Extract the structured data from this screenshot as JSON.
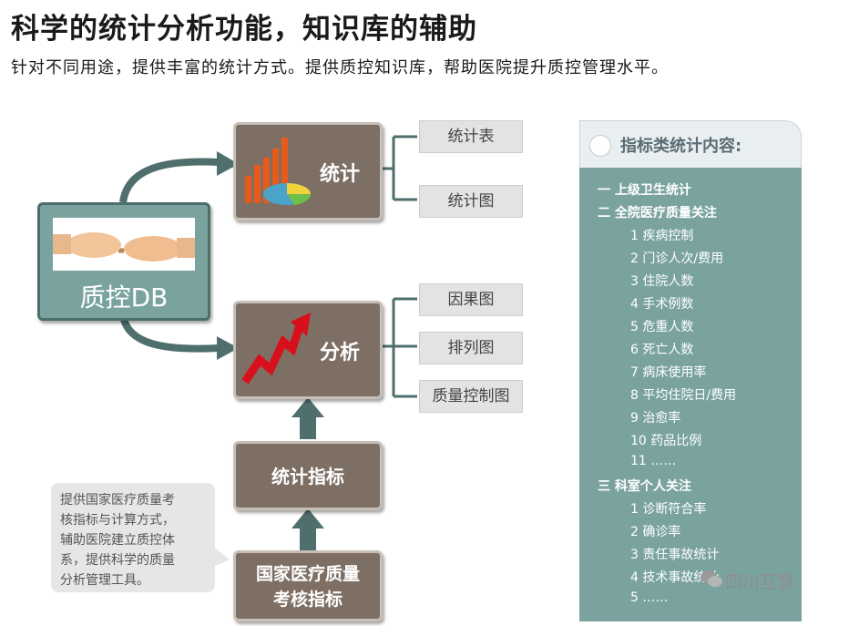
{
  "title": "科学的统计分析功能，知识库的辅助",
  "subtitle": "针对不同用途，提供丰富的统计方式。提供质控知识库，帮助医院提升质控管理水平。",
  "db": {
    "label": "质控DB"
  },
  "stat": {
    "label": "统计",
    "children": [
      "统计表",
      "统计图"
    ]
  },
  "analysis": {
    "label": "分析",
    "children": [
      "因果图",
      "排列图",
      "质量控制图"
    ]
  },
  "indicator": {
    "label": "统计指标"
  },
  "national": {
    "line1": "国家医疗质量",
    "line2": "考核指标"
  },
  "note": {
    "lines": [
      "提供国家医疗质量考",
      "核指标与计算方式，",
      "辅助医院建立质控体",
      "系，提供科学的质量",
      "分析管理工具。"
    ]
  },
  "panel": {
    "title": "指标类统计内容:",
    "items": [
      {
        "text": "一 上级卫生统计",
        "level": 1
      },
      {
        "text": "二 全院医疗质量关注",
        "level": 1
      },
      {
        "text": "1 疾病控制",
        "level": 2
      },
      {
        "text": "2 门诊人次/费用",
        "level": 2
      },
      {
        "text": "3 住院人数",
        "level": 2
      },
      {
        "text": "4 手术例数",
        "level": 2
      },
      {
        "text": "5 危重人数",
        "level": 2
      },
      {
        "text": "6 死亡人数",
        "level": 2
      },
      {
        "text": "7 病床使用率",
        "level": 2
      },
      {
        "text": "8 平均住院日/费用",
        "level": 2
      },
      {
        "text": "9 治愈率",
        "level": 2
      },
      {
        "text": "10 药品比例",
        "level": 2
      },
      {
        "text": "11 ……",
        "level": 2
      },
      {
        "text": "三 科室个人关注",
        "level": 1
      },
      {
        "text": "1 诊断符合率",
        "level": 2
      },
      {
        "text": "2 确诊率",
        "level": 2
      },
      {
        "text": "3 责任事故统计",
        "level": 2
      },
      {
        "text": "4 技术事故统计",
        "level": 2
      },
      {
        "text": "5 ……",
        "level": 2
      }
    ]
  },
  "watermark": {
    "text": "四川互慧",
    "icon": "wechat-icon"
  },
  "colors": {
    "teal": "#7aa3a0",
    "brown": "#7e6f65",
    "leaf": "#e3e3e3",
    "arrow": "#4f6f6d"
  }
}
